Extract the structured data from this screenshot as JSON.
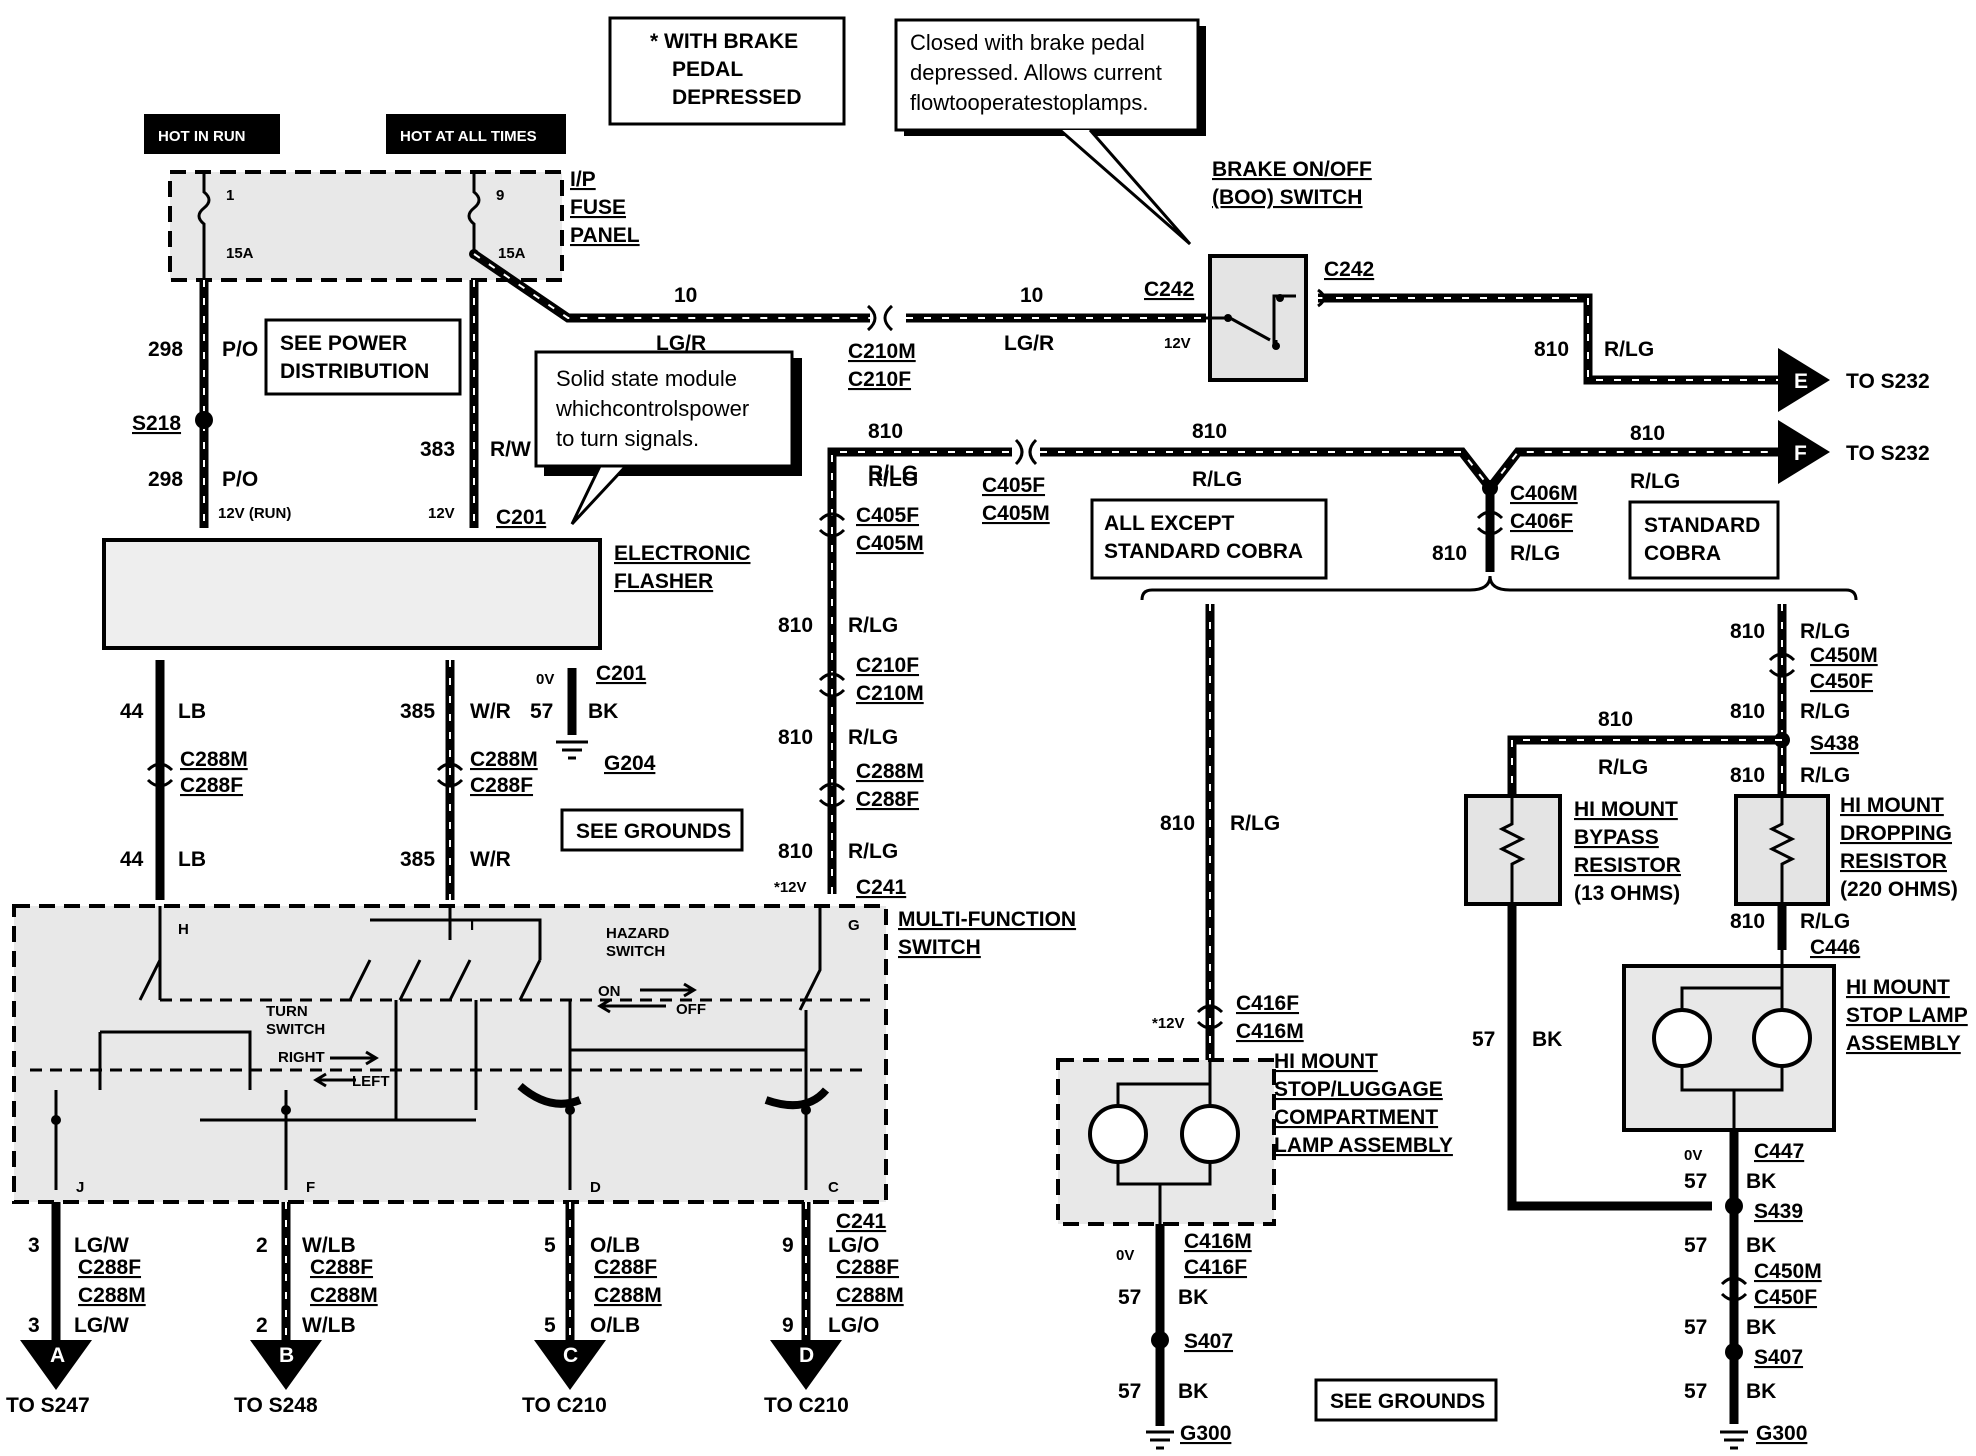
{
  "labels": {
    "hot_in_run": "HOT IN RUN",
    "hot_at_all_times": "HOT AT ALL TIMES",
    "with_brake_1": "* WITH BRAKE",
    "with_brake_2": "PEDAL",
    "with_brake_3": "DEPRESSED",
    "boo_note_1": "Closed with brake pedal",
    "boo_note_2": "depressed. Allows current",
    "boo_note_3": "flowtooperatestoplamps.",
    "boo_title_1": "BRAKE ON/OFF",
    "boo_title_2": "(BOO) SWITCH",
    "fuse_1": "I/P",
    "fuse_2": "FUSE",
    "fuse_3": "PANEL",
    "fuse_num_1": "1",
    "fuse_num_9": "9",
    "fuse_amp": "15A",
    "see_power_1": "SEE POWER",
    "see_power_2": "DISTRIBUTION",
    "solid_1": "Solid  state  module",
    "solid_2": "whichcontrolspower",
    "solid_3": "to turn signals.",
    "flasher_1": "ELECTRONIC",
    "flasher_2": "FLASHER",
    "all_except_1": "ALL EXCEPT",
    "all_except_2": "STANDARD COBRA",
    "standard_1": "STANDARD",
    "standard_2": "COBRA",
    "see_grounds": "SEE GROUNDS",
    "mfs_1": "MULTI-FUNCTION",
    "mfs_2": "SWITCH",
    "hazard_1": "HAZARD",
    "hazard_2": "SWITCH",
    "on": "ON",
    "off": "OFF",
    "turn_1": "TURN",
    "turn_2": "SWITCH",
    "right": "RIGHT",
    "left": "LEFT",
    "bypass_1": "HI  MOUNT",
    "bypass_2": "BYPASS",
    "bypass_3": "RESISTOR",
    "bypass_4": "(13 OHMS)",
    "dropping_1": "HI  MOUNT",
    "dropping_2": "DROPPING",
    "dropping_3": "RESISTOR",
    "dropping_4": "(220 OHMS)",
    "stoplamp_1": "HI  MOUNT",
    "stoplamp_2": "STOP LAMP",
    "stoplamp_3": "ASSEMBLY",
    "luggage_1": "HI  MOUNT",
    "luggage_2": "STOP/LUGGAGE",
    "luggage_3": "COMPARTMENT",
    "luggage_4": "LAMP ASSEMBLY",
    "to_s232": "TO S232",
    "to_s247": "TO S247",
    "to_s248": "TO S248",
    "to_c210": "TO C210",
    "v12": "12V",
    "v12run": "12V (RUN)",
    "v0": "0V",
    "star12": "*12V",
    "pin_h": "H",
    "pin_i": "I",
    "pin_g": "G",
    "pin_j": "J",
    "pin_f": "F",
    "pin_d": "D",
    "pin_c": "C"
  },
  "connectors": {
    "c242": "C242",
    "c210m": "C210M",
    "c210f": "C210F",
    "c201": "C201",
    "s218": "S218",
    "c405f": "C405F",
    "c405m": "C405M",
    "c406m": "C406M",
    "c406f": "C406F",
    "c450m": "C450M",
    "c450f": "C450F",
    "s438": "S438",
    "c446": "C446",
    "c447": "C447",
    "s439": "S439",
    "s407": "S407",
    "g300": "G300",
    "c288m": "C288M",
    "c288f": "C288F",
    "g204": "G204",
    "c241": "C241",
    "c416f": "C416F",
    "c416m": "C416M"
  },
  "wires": {
    "n10": "10",
    "lgr": "LG/R",
    "n810": "810",
    "rlg": "R/LG",
    "n298": "298",
    "po": "P/O",
    "n383": "383",
    "rw": "R/W",
    "n44": "44",
    "lb": "LB",
    "n385": "385",
    "wr": "W/R",
    "n57": "57",
    "bk": "BK",
    "n3": "3",
    "lgw": "LG/W",
    "n2": "2",
    "wlb": "W/LB",
    "n5": "5",
    "olb": "O/LB",
    "n9": "9",
    "lgo": "LG/O"
  },
  "arrows": {
    "a": "A",
    "b": "B",
    "c": "C",
    "d": "D",
    "e": "E",
    "f": "F"
  }
}
